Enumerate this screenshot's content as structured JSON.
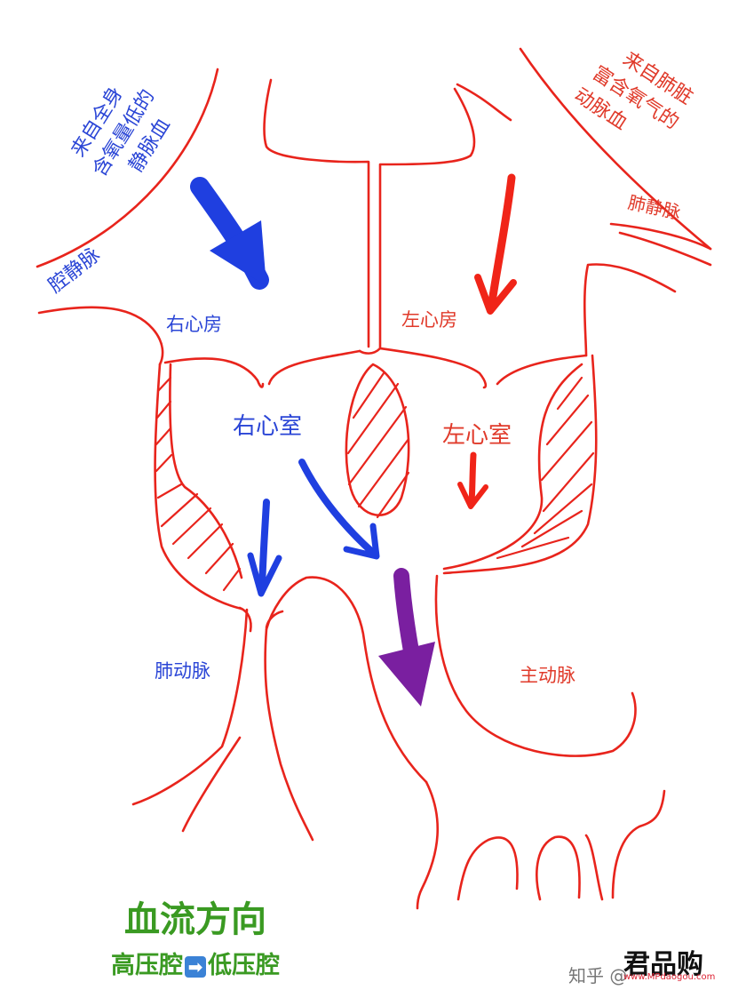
{
  "labels": {
    "vena_cava_source": [
      "来自全身",
      "含氧量低的",
      "静脉血"
    ],
    "vena_cava": "腔静脉",
    "pulmonary_vein_source": [
      "来自肺脏",
      "富含氧气的",
      "动脉血"
    ],
    "pulmonary_vein": "肺静脉",
    "right_atrium": "右心房",
    "left_atrium": "左心房",
    "right_ventricle": "右心室",
    "left_ventricle": "左心室",
    "pulmonary_artery": "肺动脉",
    "aorta": "主动脉"
  },
  "caption": {
    "title": "血流方向",
    "sub_left": "高压腔",
    "sub_arrow": "➡",
    "sub_right": "低压腔"
  },
  "watermark": {
    "zhihu": "知乎 @",
    "brand": "君品购",
    "url": "www.MPdaogou.com"
  },
  "colors": {
    "vessel": "#e8241c",
    "blue_label": "#2a45d6",
    "red_label": "#e03a2a",
    "blue_arrow": "#1f3fe0",
    "red_arrow": "#f02418",
    "purple_arrow": "#7a1fa0",
    "caption": "#3a9a22"
  }
}
